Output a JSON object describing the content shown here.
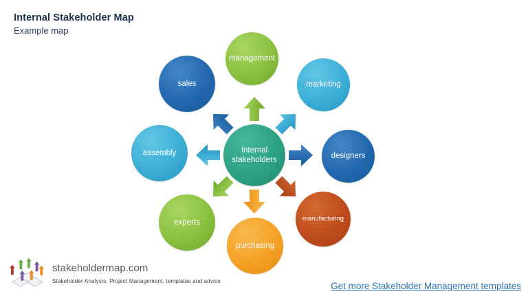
{
  "header": {
    "title": "Internal Stakeholder Map",
    "subtitle": "Example map"
  },
  "diagram": {
    "center": {
      "label": "Internal stakeholders",
      "color": "#2DA184"
    },
    "nodes": [
      {
        "label": "management",
        "color": "#8AC03F",
        "position": "top"
      },
      {
        "label": "marketing",
        "color": "#3BAFD7",
        "position": "top-right"
      },
      {
        "label": "designers",
        "color": "#2268AE",
        "position": "right"
      },
      {
        "label": "manufacturing",
        "color": "#C04C1D",
        "position": "bottom-right"
      },
      {
        "label": "purchasing",
        "color": "#F4A125",
        "position": "bottom"
      },
      {
        "label": "experts",
        "color": "#8AC03F",
        "position": "bottom-left"
      },
      {
        "label": "assembly",
        "color": "#3BAFD7",
        "position": "left"
      },
      {
        "label": "sales",
        "color": "#2268AE",
        "position": "top-left"
      }
    ],
    "arrows": [
      {
        "direction": "up",
        "to": "management",
        "color": "#8AC03F"
      },
      {
        "direction": "up-right",
        "to": "marketing",
        "color": "#3BAFD7"
      },
      {
        "direction": "right",
        "to": "designers",
        "color": "#2268AE"
      },
      {
        "direction": "down-right",
        "to": "manufacturing",
        "color": "#C04C1D"
      },
      {
        "direction": "down",
        "to": "purchasing",
        "color": "#F4A125"
      },
      {
        "direction": "down-left",
        "to": "experts",
        "color": "#8AC03F"
      },
      {
        "direction": "left",
        "to": "assembly",
        "color": "#3BAFD7"
      },
      {
        "direction": "up-left",
        "to": "sales",
        "color": "#2268AE"
      }
    ]
  },
  "footer": {
    "logo_icon": "people-network-icon",
    "logo_text": "stakeholdermap.com",
    "tagline": "Stakeholder Analysis, Project Management, templates and advice",
    "link_text": "Get more Stakeholder Management templates",
    "link_color": "#2E75B5"
  }
}
